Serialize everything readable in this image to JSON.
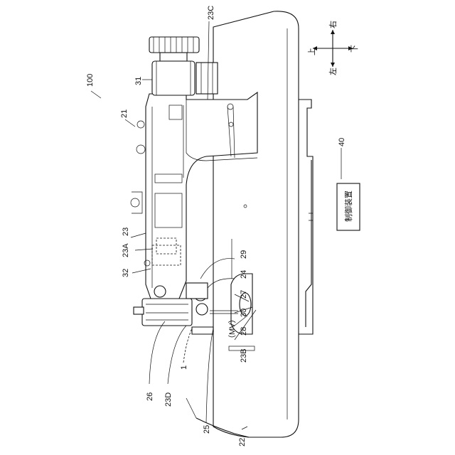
{
  "directions": {
    "up": "上",
    "down": "下",
    "left": "左",
    "right": "右"
  },
  "controller_box": {
    "text": "制御装置"
  },
  "labels": {
    "machine": "100",
    "head": "21",
    "table": "22",
    "arm": "23",
    "arm_a": "23A",
    "arm_b": "23B",
    "arm_c": "23C",
    "arm_d": "23D",
    "part24": "24",
    "part25": "25",
    "part26": "26",
    "part27": "27",
    "part28": "28",
    "part28_note": "（MV）",
    "part29": "29",
    "part30": "30",
    "motor": "31",
    "part32": "32",
    "controller": "40",
    "device": "1"
  }
}
